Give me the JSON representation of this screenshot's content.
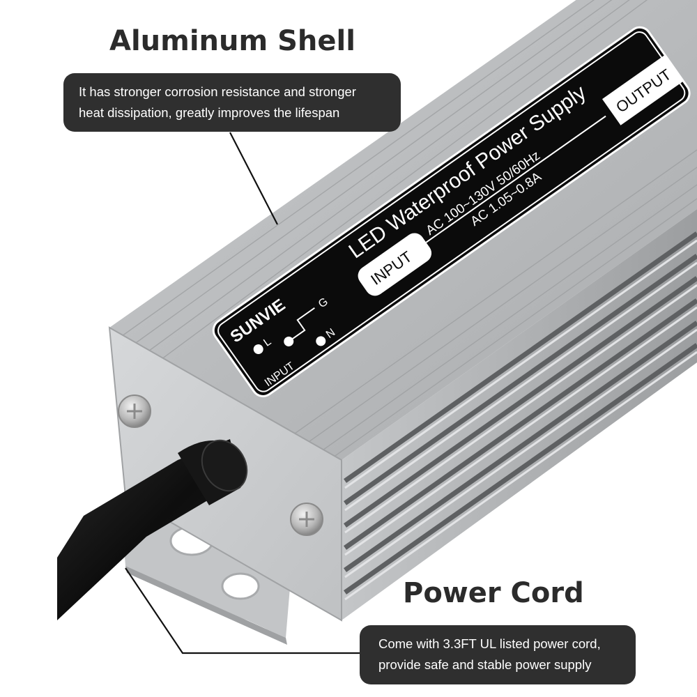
{
  "callouts": [
    {
      "title": "Aluminum Shell",
      "lines": [
        "It has stronger corrosion resistance and stronger",
        "heat dissipation, greatly improves the lifespan"
      ]
    },
    {
      "title": "Power Cord",
      "lines": [
        "Come with 3.3FT UL listed power cord,",
        "provide safe and stable power supply"
      ]
    }
  ],
  "product_label": {
    "brand": "SUNVIE",
    "title": "LED Waterproof Power Supply",
    "input_tag": "INPUT",
    "output_tag": "OUTPUT",
    "input_voltage": "AC 100~130V 50/60Hz",
    "input_current": "AC 1.05~0.8A",
    "terminals": [
      "L",
      "G",
      "N"
    ],
    "terminal_caption": "INPUT"
  },
  "colors": {
    "bubble_bg": "#2f2f2f",
    "heading": "#2b2b2b",
    "aluminum": "#b9bbbd",
    "label_bg": "#0b0b0b",
    "cord": "#141414"
  }
}
